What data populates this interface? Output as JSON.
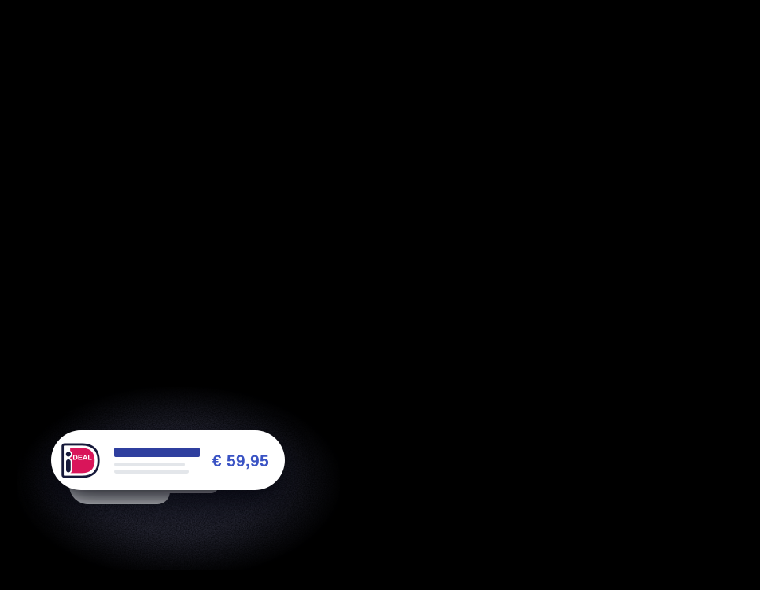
{
  "page": {
    "background_color": "#000000"
  },
  "payment_card": {
    "brand": "iDEAL",
    "logo_icon": "ideal-logo-icon",
    "logo_deal_text": "DEAL",
    "amount": "€ 59,95",
    "colors": {
      "card_background": "#ffffff",
      "skeleton_primary": "#2f3f9f",
      "skeleton_secondary": "#e3e6ea",
      "amount_text": "#3a53c4",
      "logo_pink": "#d9155a",
      "logo_navy": "#16183a",
      "back_layer": "#edeff2",
      "shadow": "#0b0c14"
    }
  }
}
